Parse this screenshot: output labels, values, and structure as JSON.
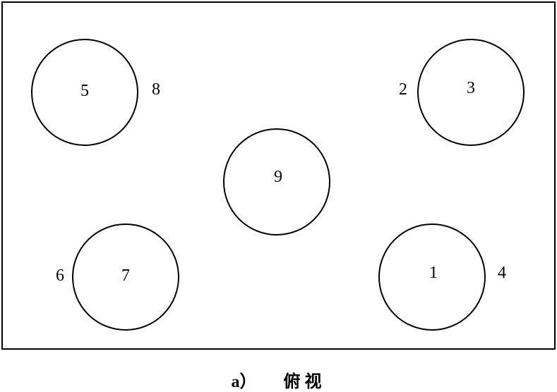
{
  "diagram": {
    "holes": [
      {
        "id": "5",
        "label": "5"
      },
      {
        "id": "3",
        "label": "3"
      },
      {
        "id": "9",
        "label": "9"
      },
      {
        "id": "7",
        "label": "7"
      },
      {
        "id": "1",
        "label": "1"
      }
    ],
    "side_labels": [
      "8",
      "2",
      "6",
      "4"
    ]
  },
  "caption": {
    "label": "a）",
    "text": "俯视"
  }
}
